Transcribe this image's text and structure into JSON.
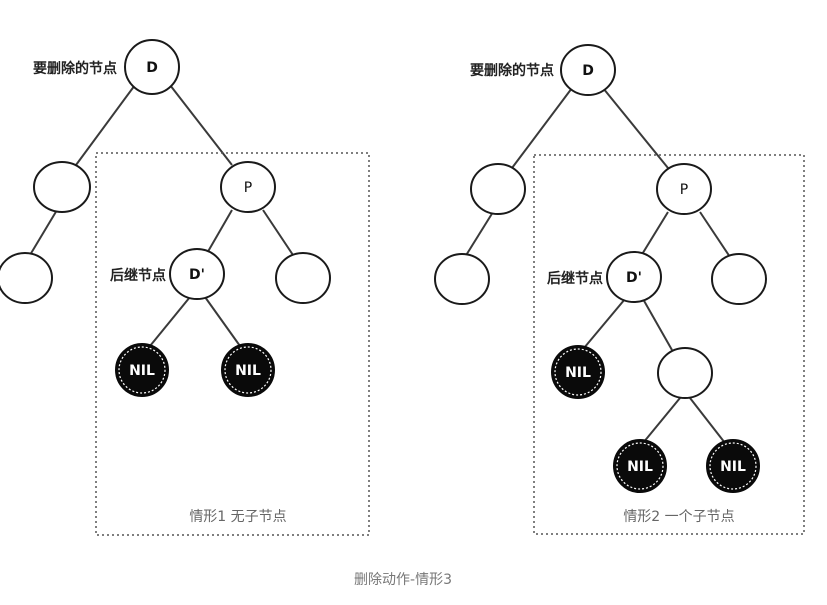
{
  "diagrams": [
    {
      "delete_node_annotation": "要删除的节点",
      "successor_annotation": "后继节点",
      "case_label": "情形1 无子节点",
      "nodes": {
        "root": "D",
        "root_left": "",
        "root_left_left": "",
        "p": "P",
        "successor": "D'",
        "p_right": "",
        "nil_left": "NIL",
        "nil_right": "NIL"
      }
    },
    {
      "delete_node_annotation": "要删除的节点",
      "successor_annotation": "后继节点",
      "case_label": "情形2 一个子节点",
      "nodes": {
        "root": "D",
        "root_left": "",
        "root_left_left": "",
        "p": "P",
        "successor": "D'",
        "p_right": "",
        "nil_left": "NIL",
        "successor_right": "",
        "nil_bottom_left": "NIL",
        "nil_bottom_right": "NIL"
      }
    }
  ],
  "caption": "删除动作-情形3",
  "colors": {
    "nil_fill": "#0a0a0a",
    "node_stroke": "#1a1a1a",
    "box_stroke": "#555555"
  }
}
